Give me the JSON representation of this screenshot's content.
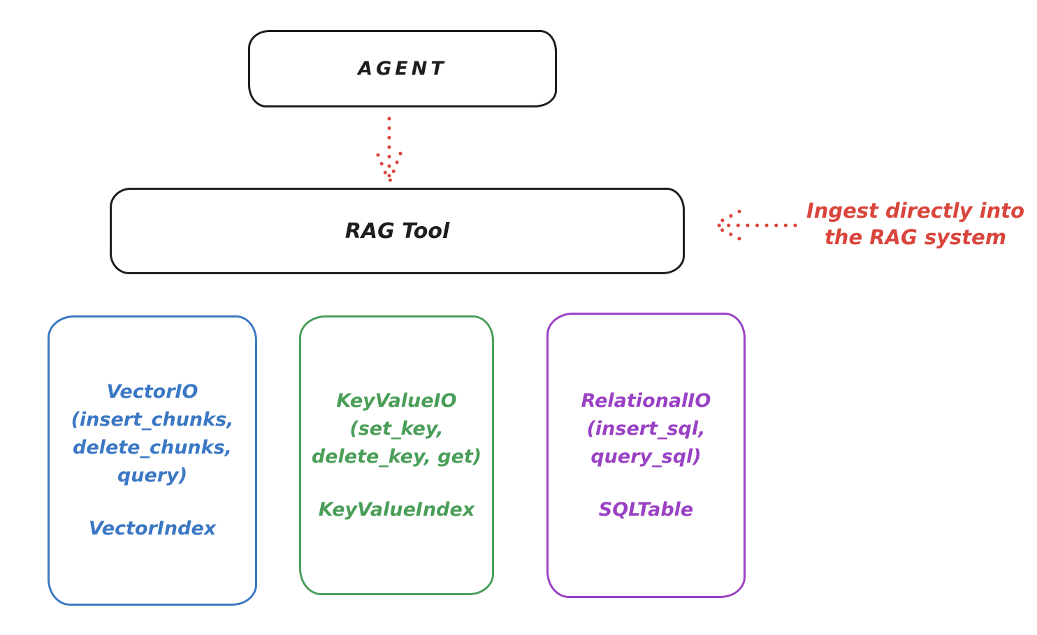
{
  "agent_box": {
    "label": "AGENT"
  },
  "rag_box": {
    "label": "RAG Tool"
  },
  "annotation": {
    "line1": "Ingest directly into",
    "line2": "the RAG system"
  },
  "backends": [
    {
      "name": "vector-io",
      "color": "#3b78c4",
      "io_lines": [
        "VectorIO",
        "(insert_chunks,",
        "delete_chunks,",
        "query)"
      ],
      "index_label": "VectorIndex"
    },
    {
      "name": "keyvalue-io",
      "color": "#4a9e58",
      "io_lines": [
        "KeyValueIO",
        "(set_key,",
        "delete_key, get)"
      ],
      "index_label": "KeyValueIndex"
    },
    {
      "name": "relational-io",
      "color": "#9a41c4",
      "io_lines": [
        "RelationalIO",
        "(insert_sql,",
        "query_sql)"
      ],
      "index_label": "SQLTable"
    }
  ],
  "colors": {
    "ink": "#1e1e1e",
    "accent_red": "#d9453c",
    "background": "#ffffff"
  }
}
